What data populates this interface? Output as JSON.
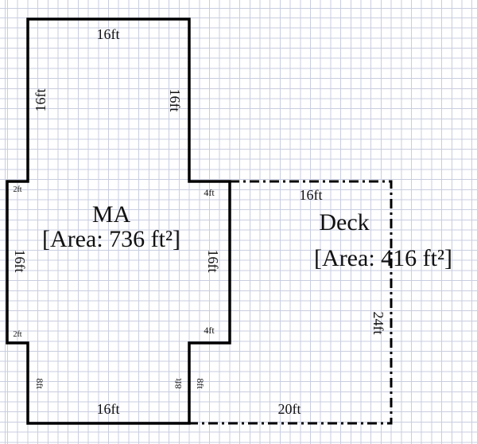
{
  "rooms": [
    {
      "name": "MA",
      "area": "[Area: 736 ft²]"
    },
    {
      "name": "Deck",
      "area": "[Area: 416 ft²]"
    }
  ],
  "dimensions": {
    "ma_top": "16ft",
    "ma_upper_left": "16ft",
    "ma_upper_right": "16ft",
    "ma_left_top_step": "2ft",
    "ma_left_bottom_step": "2ft",
    "ma_right_top_step": "4ft",
    "ma_right_bottom_step": "4ft",
    "ma_mid_left": "16ft",
    "ma_mid_right": "16ft",
    "ma_lower_left": "8ft",
    "ma_lower_right_inner": "8ft",
    "ma_lower_right_outer": "8ft",
    "ma_bottom": "16ft",
    "deck_top": "16ft",
    "deck_right": "24ft",
    "deck_bottom": "20ft"
  },
  "colors": {
    "wall": "#000000",
    "grid": "#c9cde0"
  }
}
